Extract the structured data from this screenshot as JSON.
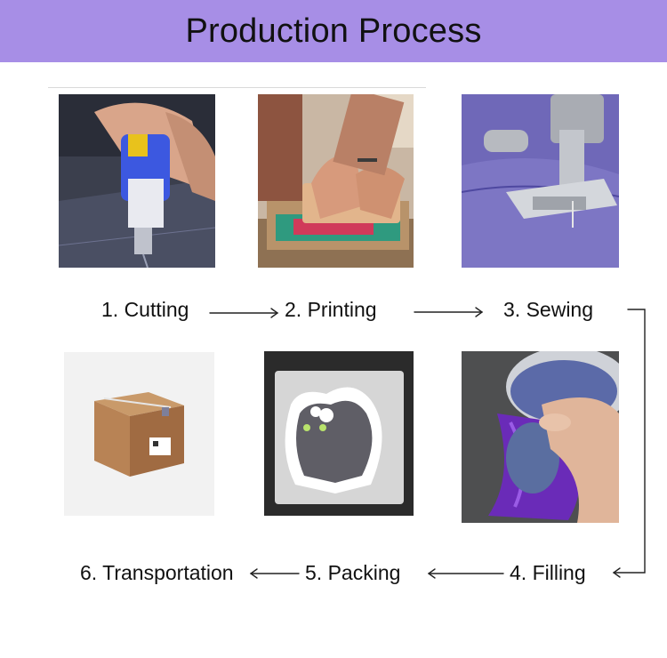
{
  "title": "Production Process",
  "colors": {
    "banner": "#a78ee6",
    "text": "#111111",
    "arrow": "#222222"
  },
  "steps": [
    {
      "label": "1. Cutting",
      "photo": "cutting-photo"
    },
    {
      "label": "2. Printing",
      "photo": "printing-photo"
    },
    {
      "label": "3. Sewing",
      "photo": "sewing-photo"
    },
    {
      "label": "4. Filling",
      "photo": "filling-photo"
    },
    {
      "label": "5. Packing",
      "photo": "packing-photo"
    },
    {
      "label": "6. Transportation",
      "photo": "transportation-photo"
    }
  ]
}
